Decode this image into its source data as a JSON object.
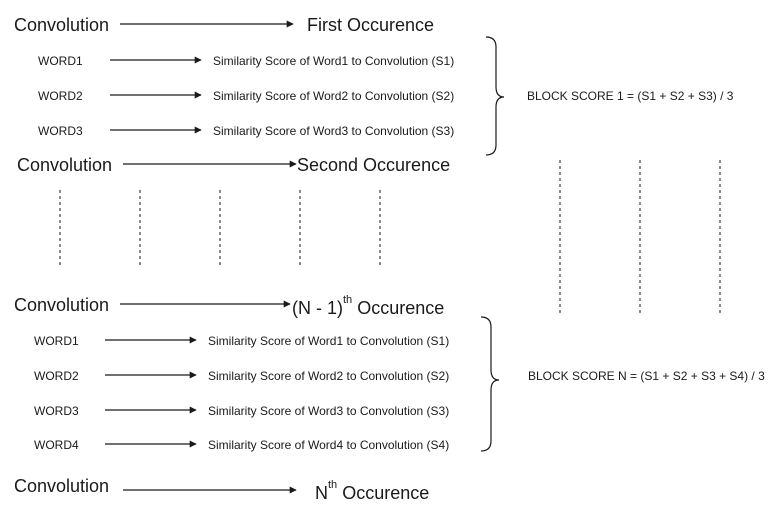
{
  "colors": {
    "ink": "#1a1a1a",
    "background": "#ffffff"
  },
  "rows": {
    "r1": {
      "left": "Convolution",
      "right": "First Occurence"
    },
    "r2": {
      "left": "Convolution",
      "right": "Second Occurence"
    },
    "r3": {
      "left": "Convolution",
      "right_prefix": "(N - 1)",
      "right_sup": "th",
      "right_suffix": " Occurence"
    },
    "r4": {
      "left": "Convolution",
      "right_prefix": "N",
      "right_sup": "th",
      "right_suffix": " Occurence"
    }
  },
  "block1": {
    "words": [
      {
        "word": "WORD1",
        "score": "Similarity Score of Word1 to Convolution  (S1)"
      },
      {
        "word": "WORD2",
        "score": "Similarity Score of Word2 to Convolution  (S2)"
      },
      {
        "word": "WORD3",
        "score": "Similarity Score of Word3 to Convolution  (S3)"
      }
    ],
    "block_score": "BLOCK SCORE 1 = (S1 + S2 + S3) / 3"
  },
  "blockN": {
    "words": [
      {
        "word": "WORD1",
        "score": "Similarity Score of Word1 to Convolution  (S1)"
      },
      {
        "word": "WORD2",
        "score": "Similarity Score of Word2 to Convolution  (S2)"
      },
      {
        "word": "WORD3",
        "score": "Similarity Score of Word3 to Convolution  (S3)"
      },
      {
        "word": "WORD4",
        "score": "Similarity Score of Word4 to Convolution  (S4)"
      }
    ],
    "block_score": "BLOCK SCORE N = (S1 + S2 + S3 + S4) / 3"
  }
}
